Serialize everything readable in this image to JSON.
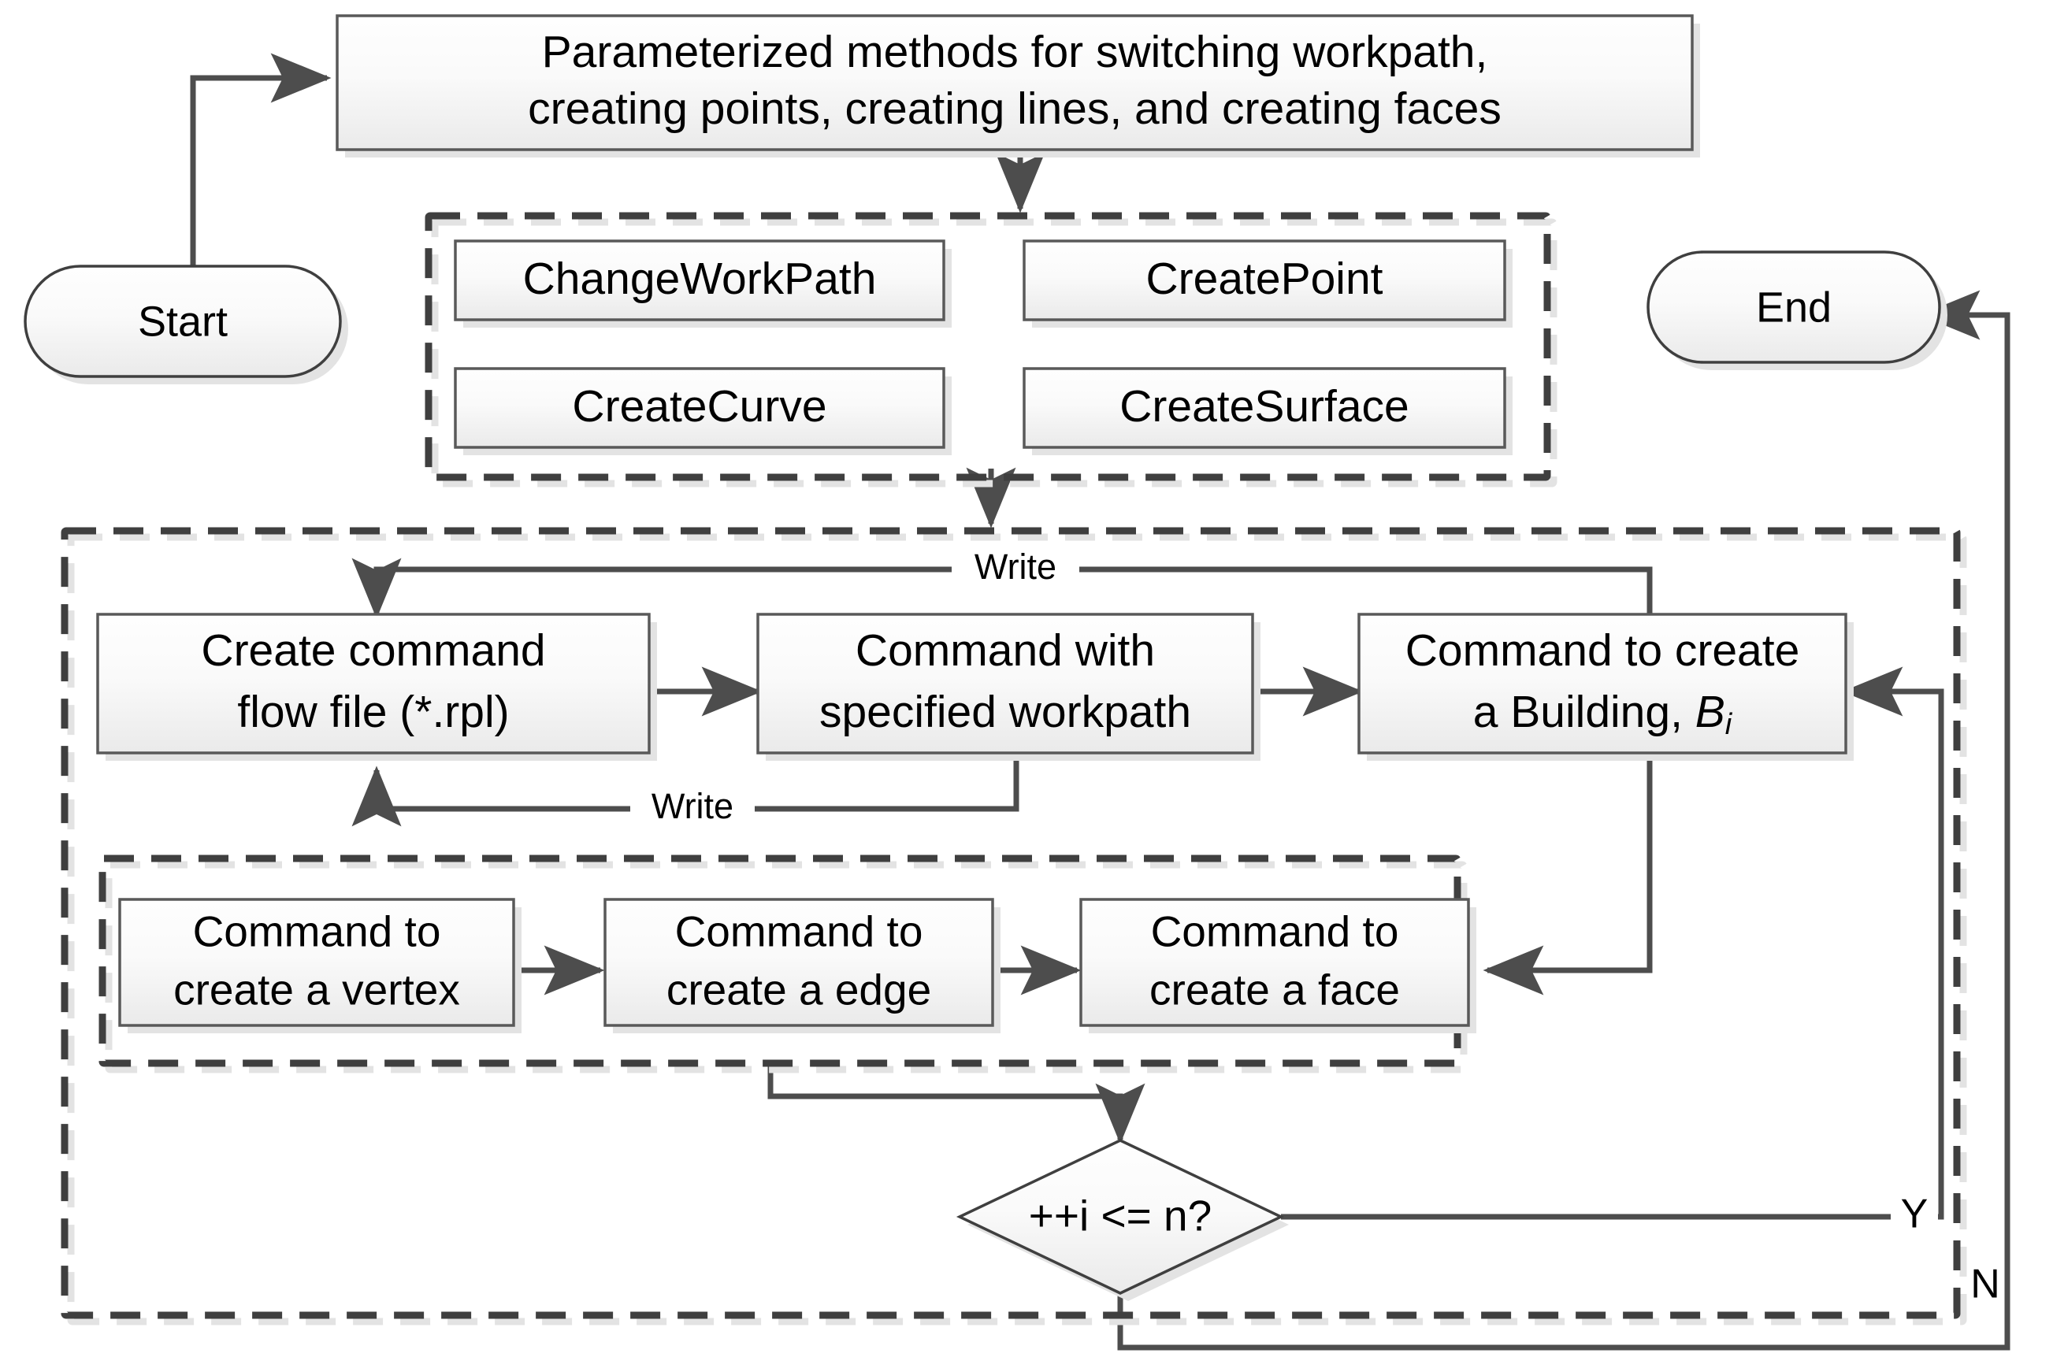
{
  "diagram": {
    "title": "Parameterized modeling command flow",
    "colors": {
      "line": "#4d4d4d",
      "box_border": "#595959",
      "box_fill_top": "#fdfdfd",
      "box_fill_bottom": "#ececec",
      "shadow": "#e3e3e3",
      "text": "#000000",
      "dashed_border": "#3f3f3f"
    },
    "terminals": {
      "start": "Start",
      "end": "End"
    },
    "header_box": {
      "line1": "Parameterized methods for switching workpath,",
      "line2": "creating points, creating lines, and creating faces"
    },
    "methods_group": {
      "items": [
        {
          "label": "ChangeWorkPath"
        },
        {
          "label": "CreatePoint"
        },
        {
          "label": "CreateCurve"
        },
        {
          "label": "CreateSurface"
        }
      ]
    },
    "process_boxes": [
      {
        "id": "create-command-flow-file",
        "line1": "Create command",
        "line2": "flow file (*.rpl)"
      },
      {
        "id": "command-with-specified-workpath",
        "line1": "Command with",
        "line2": "specified workpath"
      },
      {
        "id": "command-to-create-building",
        "line1": "Command to create",
        "line2_prefix": "a Building, ",
        "line2_var": "B",
        "line2_sub": "i"
      }
    ],
    "geometry_boxes": [
      {
        "id": "command-create-vertex",
        "line1": "Command to",
        "line2": "create a vertex"
      },
      {
        "id": "command-create-edge",
        "line1": "Command to",
        "line2": "create a edge"
      },
      {
        "id": "command-create-face",
        "line1": "Command to",
        "line2": "create a face"
      }
    ],
    "decision": {
      "label": "++i <= n?",
      "branch_yes": "Y",
      "branch_no": "N"
    },
    "edge_labels": {
      "write_top": "Write",
      "write_bottom": "Write"
    }
  }
}
